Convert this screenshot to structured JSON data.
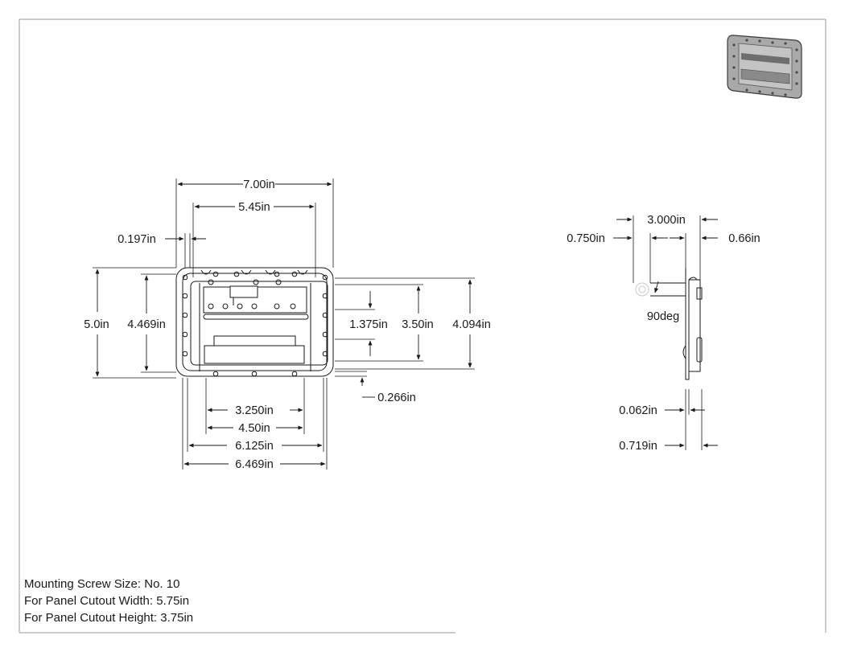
{
  "drawing": {
    "front_view": {
      "overall_width": "7.00in",
      "flange_width": "5.45in",
      "edge_offset": "0.197in",
      "overall_height": "5.0in",
      "mount_height": "4.469in",
      "handle_travel": "1.375in",
      "recess_height": "3.50in",
      "body_height": "4.094in",
      "bottom_offset": "0.266in",
      "handle_width": "3.250in",
      "recess_width": "4.50in",
      "hole_spacing_width": "6.125in",
      "body_width": "6.469in"
    },
    "side_view": {
      "handle_reach": "3.000in",
      "pivot_offset": "0.750in",
      "depth_offset": "0.66in",
      "rotation": "90deg",
      "flange_thickness": "0.062in",
      "total_depth": "0.719in"
    }
  },
  "notes": {
    "screw_size": "Mounting Screw Size: No. 10",
    "cutout_width": "For Panel Cutout Width: 5.75in",
    "cutout_height": "For Panel Cutout Height: 3.75in"
  },
  "colors": {
    "line": "#1a1a1a",
    "border": "#9a9a9a",
    "thumb_body": "#a9a9a9",
    "thumb_dark": "#4a4a4a"
  },
  "icons": {
    "thumbnail": "handle-3d-preview-icon",
    "arrow": "dimension-arrow-icon"
  }
}
